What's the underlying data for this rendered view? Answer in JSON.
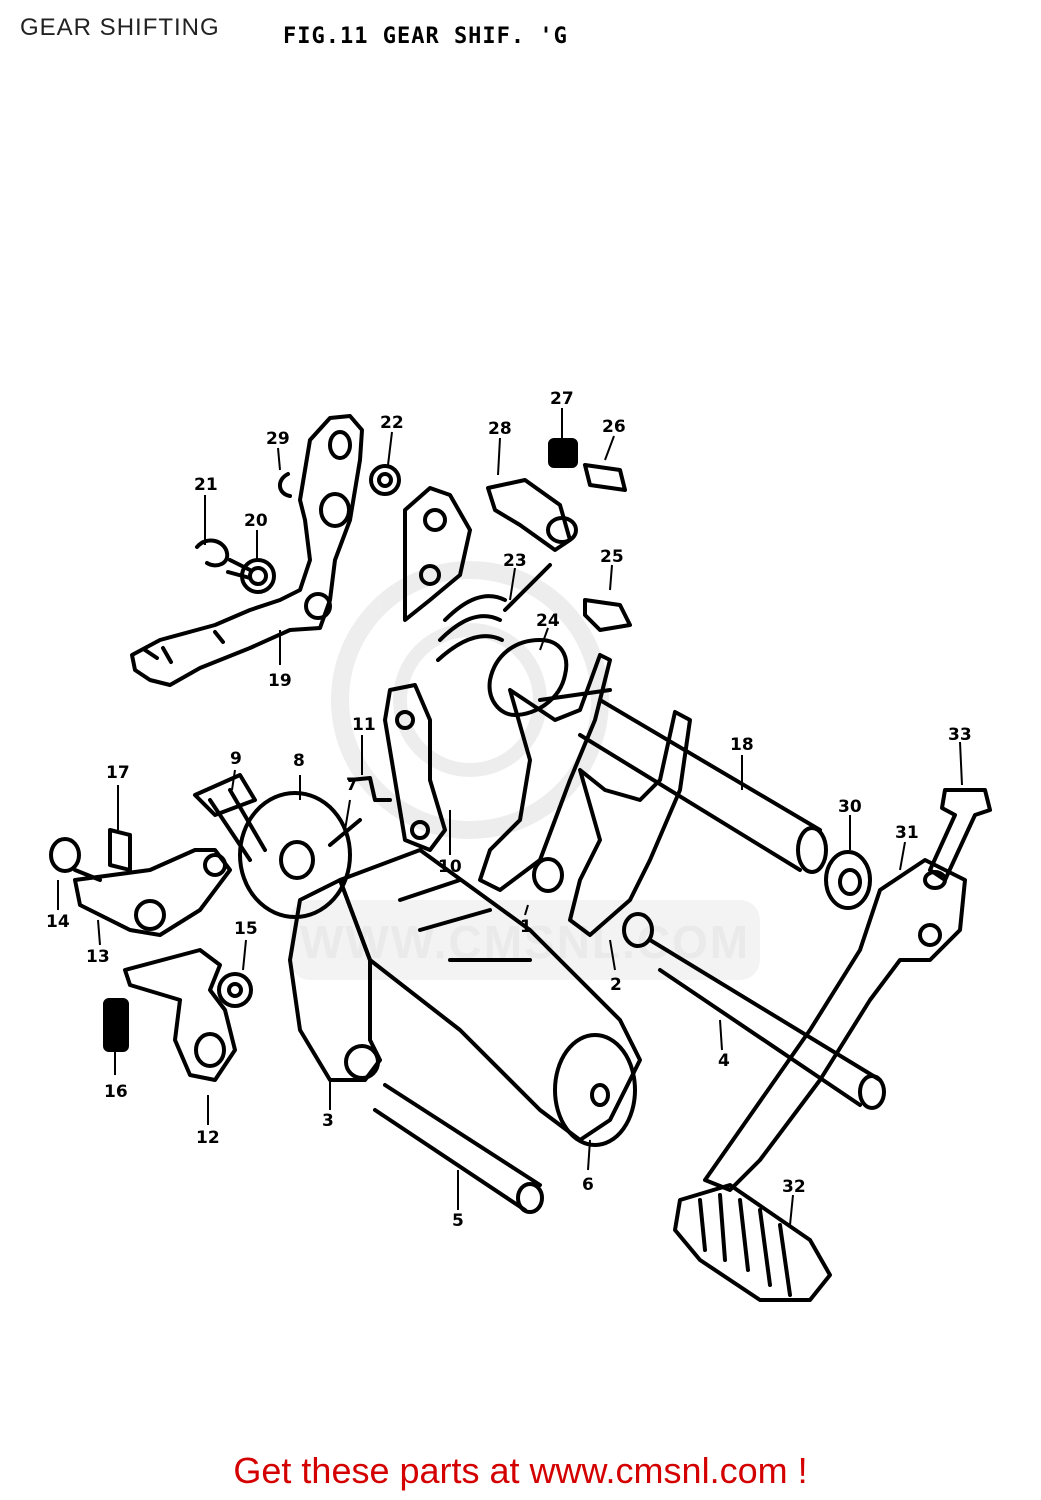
{
  "header": {
    "page_title": "GEAR SHIFTING",
    "figure_title": "FIG.11  GEAR SHIF. 'G"
  },
  "watermark": {
    "text": "WWW.CMSNL.COM"
  },
  "callouts": [
    "1",
    "2",
    "3",
    "4",
    "5",
    "6",
    "7",
    "8",
    "9",
    "10",
    "11",
    "12",
    "13",
    "14",
    "15",
    "16",
    "17",
    "18",
    "19",
    "20",
    "21",
    "22",
    "23",
    "24",
    "25",
    "26",
    "27",
    "28",
    "29",
    "30",
    "31",
    "32",
    "33"
  ],
  "footer": {
    "text": "Get these parts at www.cmsnl.com !",
    "color": "#d40000"
  }
}
